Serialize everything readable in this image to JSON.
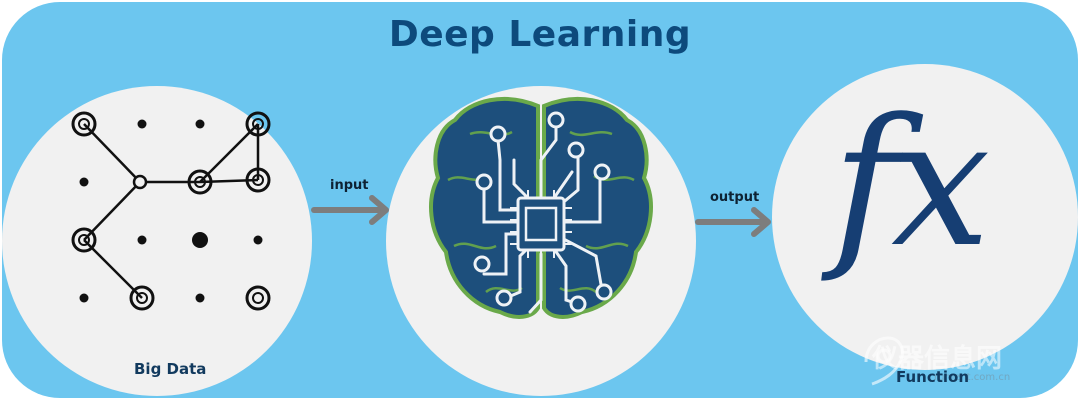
{
  "title": "Deep Learning",
  "nodes": {
    "big_data": {
      "label": "Big Data"
    },
    "brain": {
      "icon": "brain-chip-icon"
    },
    "function": {
      "label": "Function",
      "symbol": "fx"
    }
  },
  "edges": [
    {
      "from": "big_data",
      "to": "brain",
      "label": "input"
    },
    {
      "from": "brain",
      "to": "function",
      "label": "output"
    }
  ],
  "watermark": {
    "text": "仪器信息网",
    "subtext": "rument.com.cn"
  },
  "colors": {
    "panel": "#6cc6ef",
    "circle": "#f1f1f1",
    "title": "#0d4a7c",
    "brain_fill": "#1d4f7c",
    "brain_outline": "#6aa94a",
    "fx": "#163e73",
    "arrow": "#7d7d7d"
  }
}
